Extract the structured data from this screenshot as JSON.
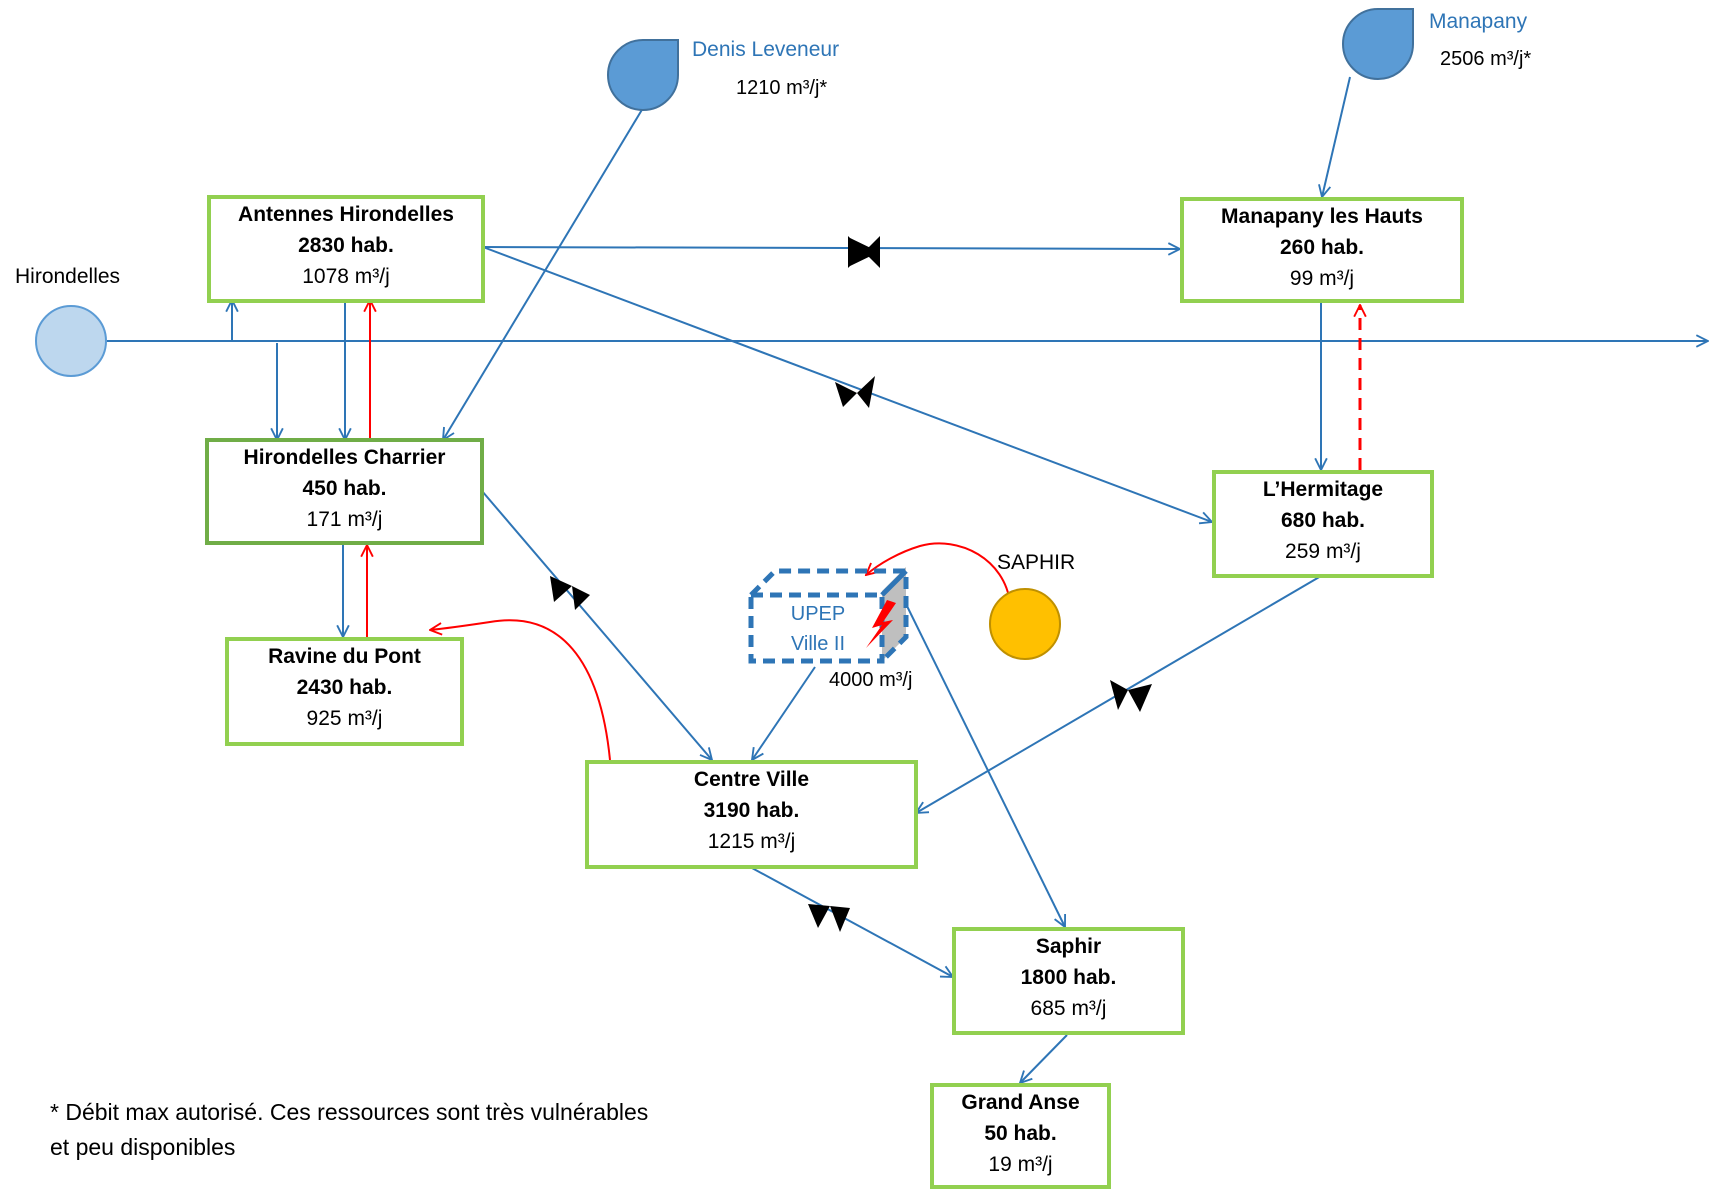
{
  "sources": {
    "denis_leveneur": {
      "name": "Denis Leveneur",
      "flow_value": "1210",
      "flow_unit": "m³/j*"
    },
    "manapany": {
      "name": "Manapany",
      "flow_value": "2506",
      "flow_unit": "m³/j*"
    },
    "hirondelles": {
      "name": "Hirondelles"
    }
  },
  "nodes": {
    "antennes_hirondelles": {
      "name": "Antennes Hirondelles",
      "population": "2830 hab.",
      "flow_value": "1078",
      "flow_unit": "m³/j"
    },
    "manapany_les_hauts": {
      "name": "Manapany les Hauts",
      "population": "260 hab.",
      "flow_value": "99",
      "flow_unit": "m³/j"
    },
    "hirondelles_charrier": {
      "name": "Hirondelles Charrier",
      "population": "450 hab.",
      "flow_value": "171",
      "flow_unit": "m³/j"
    },
    "l_hermitage": {
      "name": "L’Hermitage",
      "population": "680 hab.",
      "flow_value": "259",
      "flow_unit": "m³/j"
    },
    "ravine_du_pont": {
      "name": "Ravine du Pont",
      "population": "2430 hab.",
      "flow_value": "925",
      "flow_unit": "m³/j"
    },
    "centre_ville": {
      "name": "Centre Ville",
      "population": "3190 hab.",
      "flow_value": "1215",
      "flow_unit": "m³/j"
    },
    "saphir": {
      "name": "Saphir",
      "population": "1800 hab.",
      "flow_value": "685",
      "flow_unit": "m³/j"
    },
    "grand_anse": {
      "name": "Grand Anse",
      "population": "50 hab.",
      "flow_value": "19",
      "flow_unit": "m³/j"
    }
  },
  "upep": {
    "line1": "UPEP",
    "line2": "Ville II",
    "capacity_value": "4000",
    "capacity_unit": "m³/j"
  },
  "saphir_resource": {
    "name": "SAPHIR"
  },
  "footnote": {
    "text": "* Débit max autorisé. Ces ressources sont très vulnérables et peu disponibles"
  },
  "colors": {
    "pipe": "#2e75b6",
    "backup": "#ff0000",
    "node_border": "#92d050",
    "node_border_dark": "#70ad47",
    "source_fill": "#5b9bd5",
    "hirondelles_fill": "#bdd7ee",
    "saphir_fill": "#ffc000",
    "valve": "#000000"
  }
}
